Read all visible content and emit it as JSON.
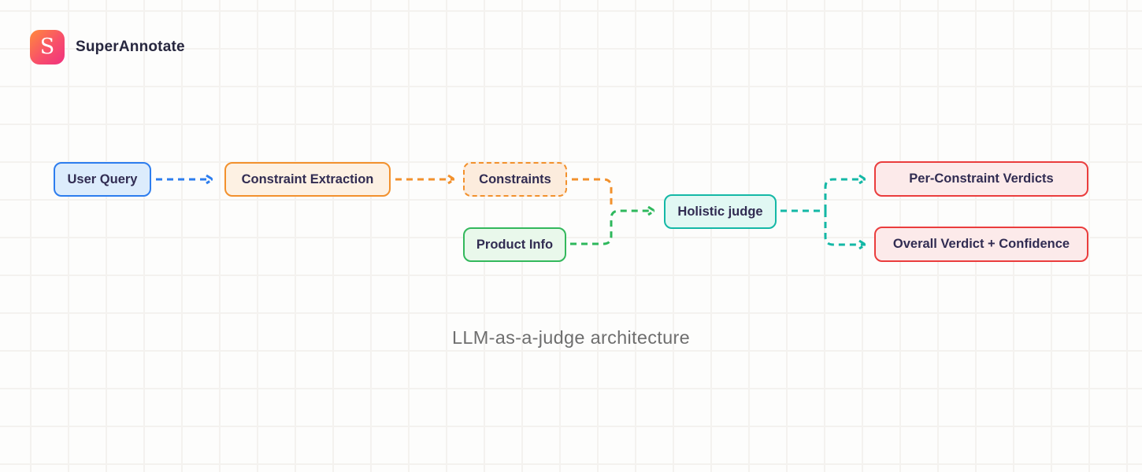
{
  "brand": {
    "name": "SuperAnnotate",
    "logo_letter": "S",
    "logo_gradient": [
      "#ff8a3c",
      "#f0317f"
    ]
  },
  "caption": "LLM-as-a-judge architecture",
  "diagram": {
    "nodes": [
      {
        "id": "user-query",
        "label": "User Query",
        "style": "blue",
        "border": "solid",
        "border_color": "#2d7dee",
        "fill": "#dcecfc"
      },
      {
        "id": "constraint-extraction",
        "label": "Constraint Extraction",
        "style": "orange",
        "border": "solid",
        "border_color": "#f2912d",
        "fill": "#fdf1e3"
      },
      {
        "id": "constraints",
        "label": "Constraints",
        "style": "orange",
        "border": "dashed",
        "border_color": "#f2912d",
        "fill": "#fcecdd"
      },
      {
        "id": "product-info",
        "label": "Product Info",
        "style": "green",
        "border": "solid",
        "border_color": "#33b85c",
        "fill": "#e9f8eb"
      },
      {
        "id": "holistic-judge",
        "label": "Holistic judge",
        "style": "teal",
        "border": "solid",
        "border_color": "#14b8a6",
        "fill": "#e1f8f3"
      },
      {
        "id": "per-constraint-verdicts",
        "label": "Per-Constraint Verdicts",
        "style": "red",
        "border": "solid",
        "border_color": "#ea3d3d",
        "fill": "#fceaea"
      },
      {
        "id": "overall-verdict",
        "label": "Overall Verdict + Confidence",
        "style": "red",
        "border": "solid",
        "border_color": "#ea3d3d",
        "fill": "#fceaea"
      }
    ],
    "edges": [
      {
        "from": "user-query",
        "to": "constraint-extraction",
        "color": "#2d7dee",
        "style": "dashed-arrow"
      },
      {
        "from": "constraint-extraction",
        "to": "constraints",
        "color": "#f2912d",
        "style": "dashed-arrow"
      },
      {
        "from": "constraints",
        "to": "holistic-judge",
        "color": "#f2912d",
        "style": "dashed-elbow, merges into green arrow"
      },
      {
        "from": "product-info",
        "to": "holistic-judge",
        "color": "#2eb85c",
        "style": "dashed-elbow-arrow"
      },
      {
        "from": "holistic-judge",
        "to": "per-constraint-verdicts",
        "color": "#14b8a6",
        "style": "dashed-elbow-arrow"
      },
      {
        "from": "holistic-judge",
        "to": "overall-verdict",
        "color": "#14b8a6",
        "style": "dashed-elbow-arrow"
      }
    ]
  }
}
